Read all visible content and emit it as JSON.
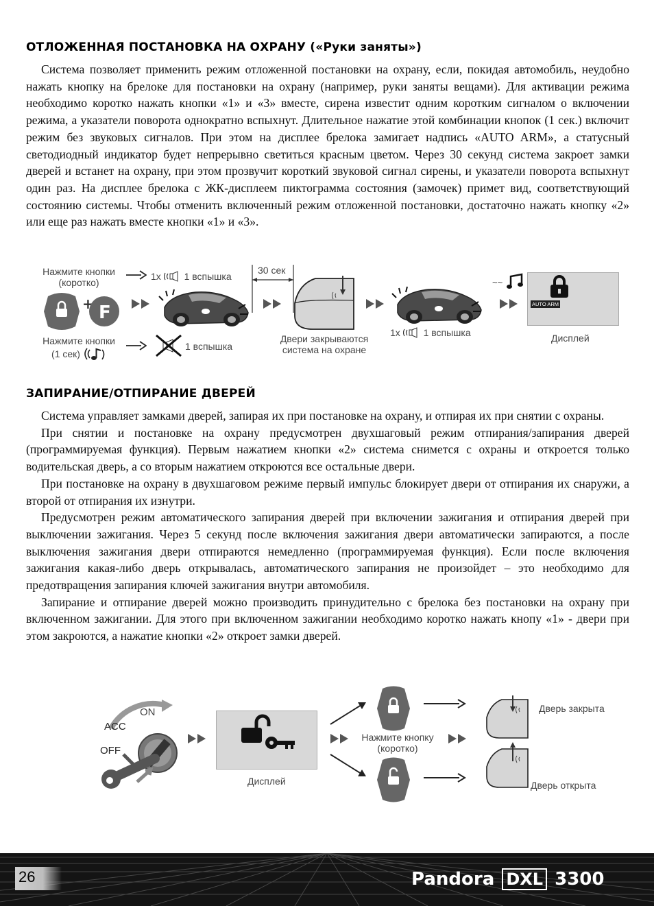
{
  "section1": {
    "title": "ОТЛОЖЕННАЯ ПОСТАНОВКА НА ОХРАНУ («Руки заняты»)",
    "paragraph": "Система позволяет применить режим отложенной постановки на охрану, если, покидая автомобиль, неудобно нажать кнопку на брелоке для постановки на охрану (например, руки заняты вещами). Для активации режима необходимо коротко нажать кнопки «1» и «3» вместе, сирена известит одним коротким сигналом о включении режима, а указатели поворота однократно вспыхнут. Длительное нажатие этой комбинации кнопок (1 сек.) включит режим без звуковых сигналов. При этом на дисплее брелока замигает надпись «AUTO ARM», а статусный светодиодный индикатор будет непрерывно светиться красным цветом. Через 30 секунд система закроет замки дверей и встанет на охрану, при этом прозвучит короткий звуковой сигнал сирены, и указатели поворота вспыхнут один раз. На дисплее брелока с ЖК-дисплеем пиктограмма состояния (замочек) примет вид, соответствующий состоянию системы. Чтобы отменить включенный режим отложенной постановки, достаточно нажать кнопку «2» или еще раз нажать вместе кнопки «1» и «3»."
  },
  "diagram1": {
    "press_short_line1": "Нажмите кнопки",
    "press_short_line2": "(коротко)",
    "press_long_line1": "Нажмите кнопки",
    "press_long_line2": "(1 сек)",
    "plus": "+",
    "f_button": "F",
    "flash_top_prefix": "1x",
    "flash_top": "1 вспышка",
    "flash_bottom": "1 вспышка",
    "delay": "30 сек",
    "doors_line1": "Двери закрываются",
    "doors_line2": "система  на охране",
    "flash_right_prefix": "1x",
    "flash_right": "1 вспышка",
    "display_badge": "AUTO ARM",
    "display_caption": "Дисплей",
    "tilde": "~~"
  },
  "section2": {
    "title": "ЗАПИРАНИЕ/ОТПИРАНИЕ ДВЕРЕЙ",
    "paragraphs": [
      "Система управляет замками дверей, запирая их при постановке на охрану, и отпирая их при снятии с охраны.",
      "При снятии и постановке на охрану предусмотрен двухшаговый режим отпирания/запирания дверей (программируемая функция). Первым нажатием кнопки «2» система снимется с охраны и откроется только водительская дверь, а со вторым нажатием откроются все остальные двери.",
      "При постановке на охрану в двухшаговом режиме первый импульс блокирует двери от отпирания их снаружи, а второй от отпирания их изнутри.",
      "Предусмотрен режим автоматического запирания дверей при включении зажигания и отпирания дверей при выключении зажигания. Через 5 секунд  после включения зажигания двери автоматически запираются, а после выключения зажигания двери отпираются немедленно (программируемая функция). Если после включения зажигания какая-либо дверь открывалась, автоматического запирания не произойдет – это необходимо для предотвращения запирания ключей зажигания внутри автомобиля.",
      "Запирание и отпирание дверей можно производить принудительно с брелока без постановки на охрану при включенном зажигании. Для этого при включенном зажигании необходимо коротко нажать кнопу «1» - двери при этом закроются, а нажатие кнопки «2» откроет замки дверей."
    ]
  },
  "diagram2": {
    "on": "ON",
    "acc": "ACC",
    "off": "OFF",
    "display_caption": "Дисплей",
    "press_line1": "Нажмите кнопку",
    "press_line2": "(коротко)",
    "door_closed": "Дверь закрыта",
    "door_open": "Дверь открыта"
  },
  "footer": {
    "page_number": "26",
    "brand_pre": "Pandora",
    "brand_mid": "DXL",
    "brand_post": "3300"
  }
}
